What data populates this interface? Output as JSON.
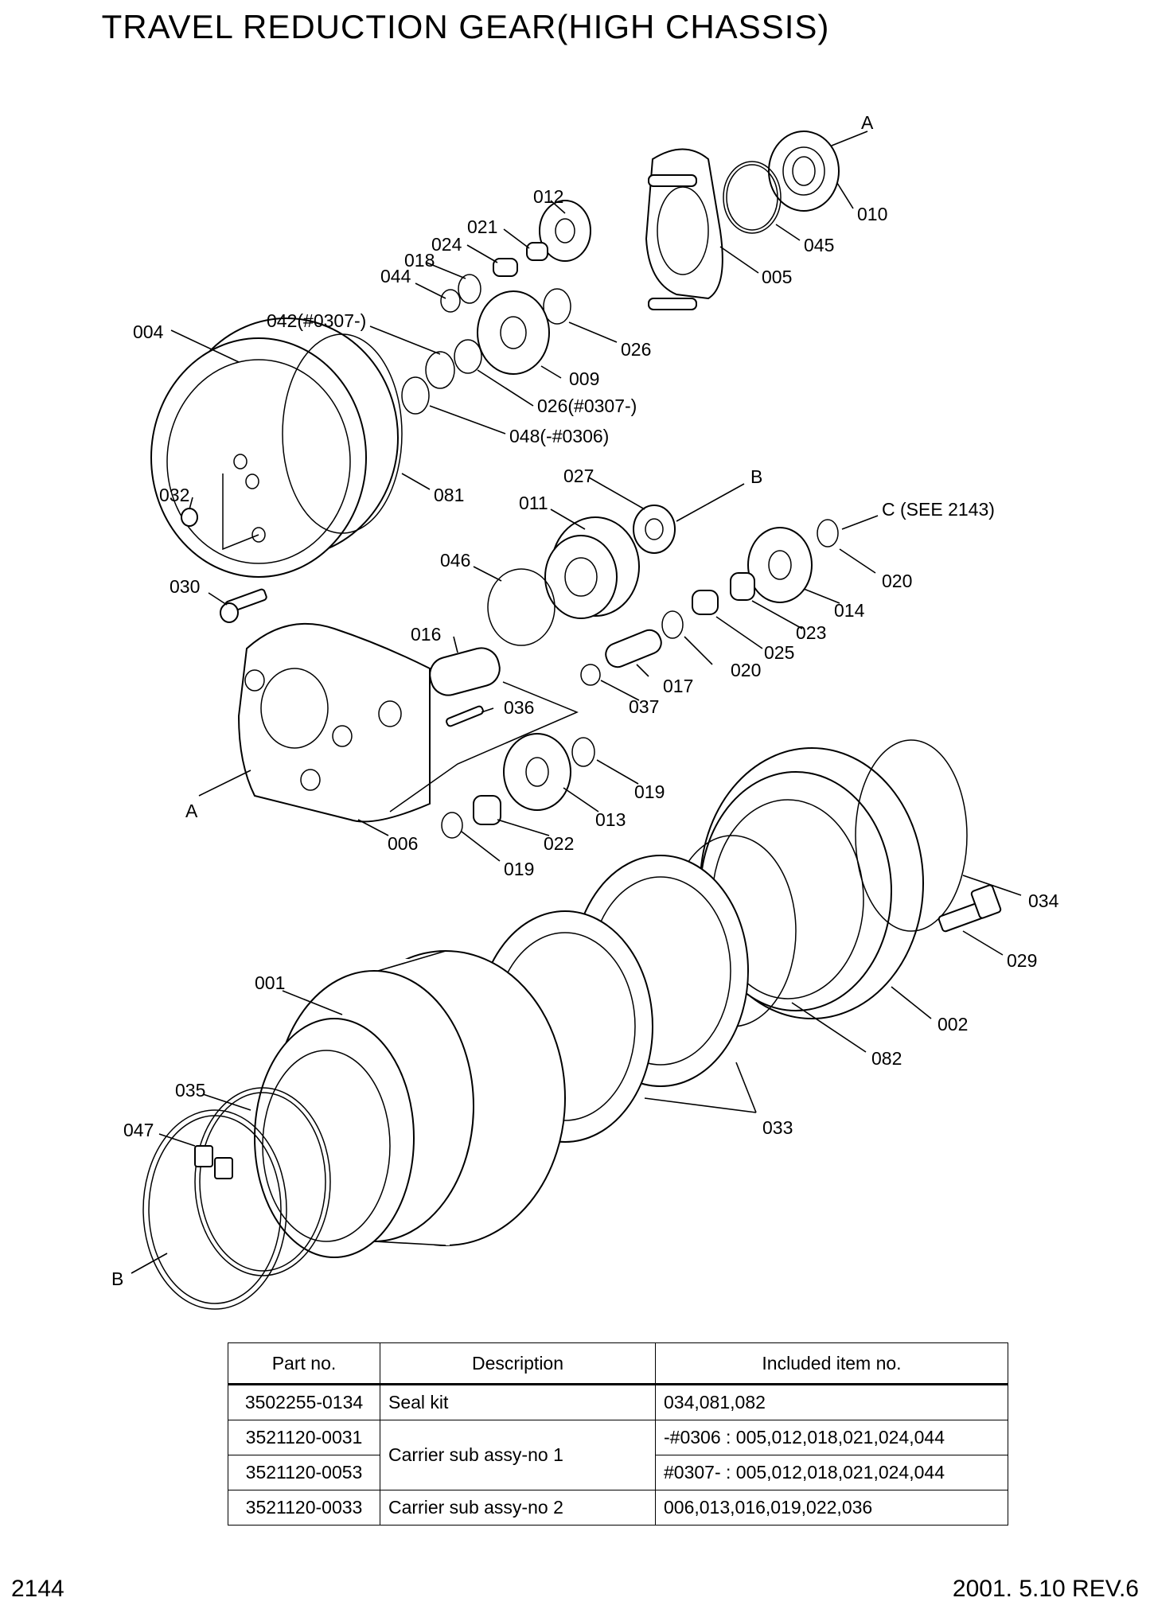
{
  "title": "TRAVEL REDUCTION GEAR(HIGH CHASSIS)",
  "callouts": {
    "A_top": "A",
    "c010": "010",
    "c012": "012",
    "c021": "021",
    "c024": "024",
    "c018": "018",
    "c044": "044",
    "c045": "045",
    "c005": "005",
    "c004": "004",
    "c042": "042(#0307-)",
    "c026": "026",
    "c009": "009",
    "c026b": "026(#0307-)",
    "c048": "048(-#0306)",
    "c081": "081",
    "c032": "032",
    "c027": "027",
    "B_top": "B",
    "c011": "011",
    "C_see": "C (SEE 2143)",
    "c020a": "020",
    "c014": "014",
    "c046": "046",
    "c023": "023",
    "c025": "025",
    "c020b": "020",
    "c030": "030",
    "c016": "016",
    "c017": "017",
    "c037": "037",
    "c036": "036",
    "c019a": "019",
    "A_mid": "A",
    "c013": "013",
    "c022": "022",
    "c006": "006",
    "c019b": "019",
    "c034": "034",
    "c029": "029",
    "c001": "001",
    "c002": "002",
    "c082": "082",
    "c035": "035",
    "c047": "047",
    "c033": "033",
    "B_bot": "B"
  },
  "table": {
    "headers": [
      "Part no.",
      "Description",
      "Included item no."
    ],
    "rows": [
      {
        "part": "3502255-0134",
        "desc": "Seal kit",
        "items": "034,081,082"
      },
      {
        "part": "3521120-0031",
        "desc": "Carrier sub assy-no 1",
        "items": "-#0306 : 005,012,018,021,024,044"
      },
      {
        "part": "3521120-0053",
        "items": "#0307- : 005,012,018,021,024,044"
      },
      {
        "part": "3521120-0033",
        "desc": "Carrier sub assy-no 2",
        "items": "006,013,016,019,022,036"
      }
    ]
  },
  "footer": {
    "page": "2144",
    "revision": "2001. 5.10 REV.6"
  }
}
